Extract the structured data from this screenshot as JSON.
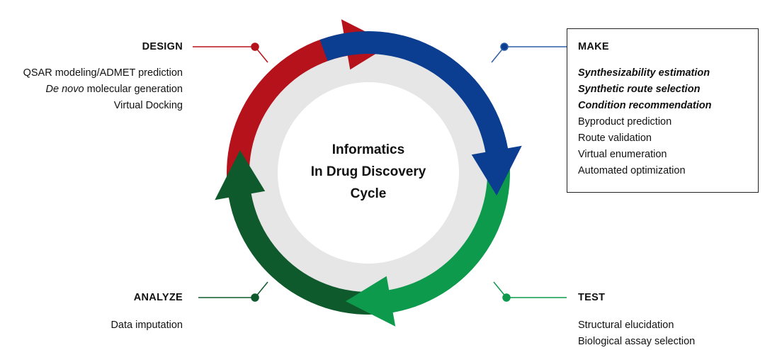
{
  "title_lines": [
    "Informatics",
    "In Drug Discovery",
    "Cycle"
  ],
  "colors": {
    "design": "#b5121b",
    "make": "#0b3d91",
    "test": "#0e9a4c",
    "analyze": "#0f5a2c",
    "inner_ring": "#e6e6e6"
  },
  "stages": {
    "design": {
      "heading": "DESIGN",
      "items": [
        {
          "text": "QSAR modeling/ADMET prediction"
        },
        {
          "italic_prefix": "De novo",
          "text": " molecular generation"
        },
        {
          "text": "Virtual Docking"
        }
      ]
    },
    "make": {
      "heading": "MAKE",
      "items": [
        {
          "text": "Synthesizability estimation",
          "bold_italic": true
        },
        {
          "text": "Synthetic route selection",
          "bold_italic": true
        },
        {
          "text": "Condition recommendation",
          "bold_italic": true
        },
        {
          "text": "Byproduct prediction"
        },
        {
          "text": "Route validation"
        },
        {
          "text": "Virtual enumeration"
        },
        {
          "text": "Automated optimization"
        }
      ]
    },
    "test": {
      "heading": "TEST",
      "items": [
        {
          "text": "Structural elucidation"
        },
        {
          "text": "Biological assay selection"
        }
      ]
    },
    "analyze": {
      "heading": "ANALYZE",
      "items": [
        {
          "text": "Data imputation"
        }
      ]
    }
  }
}
